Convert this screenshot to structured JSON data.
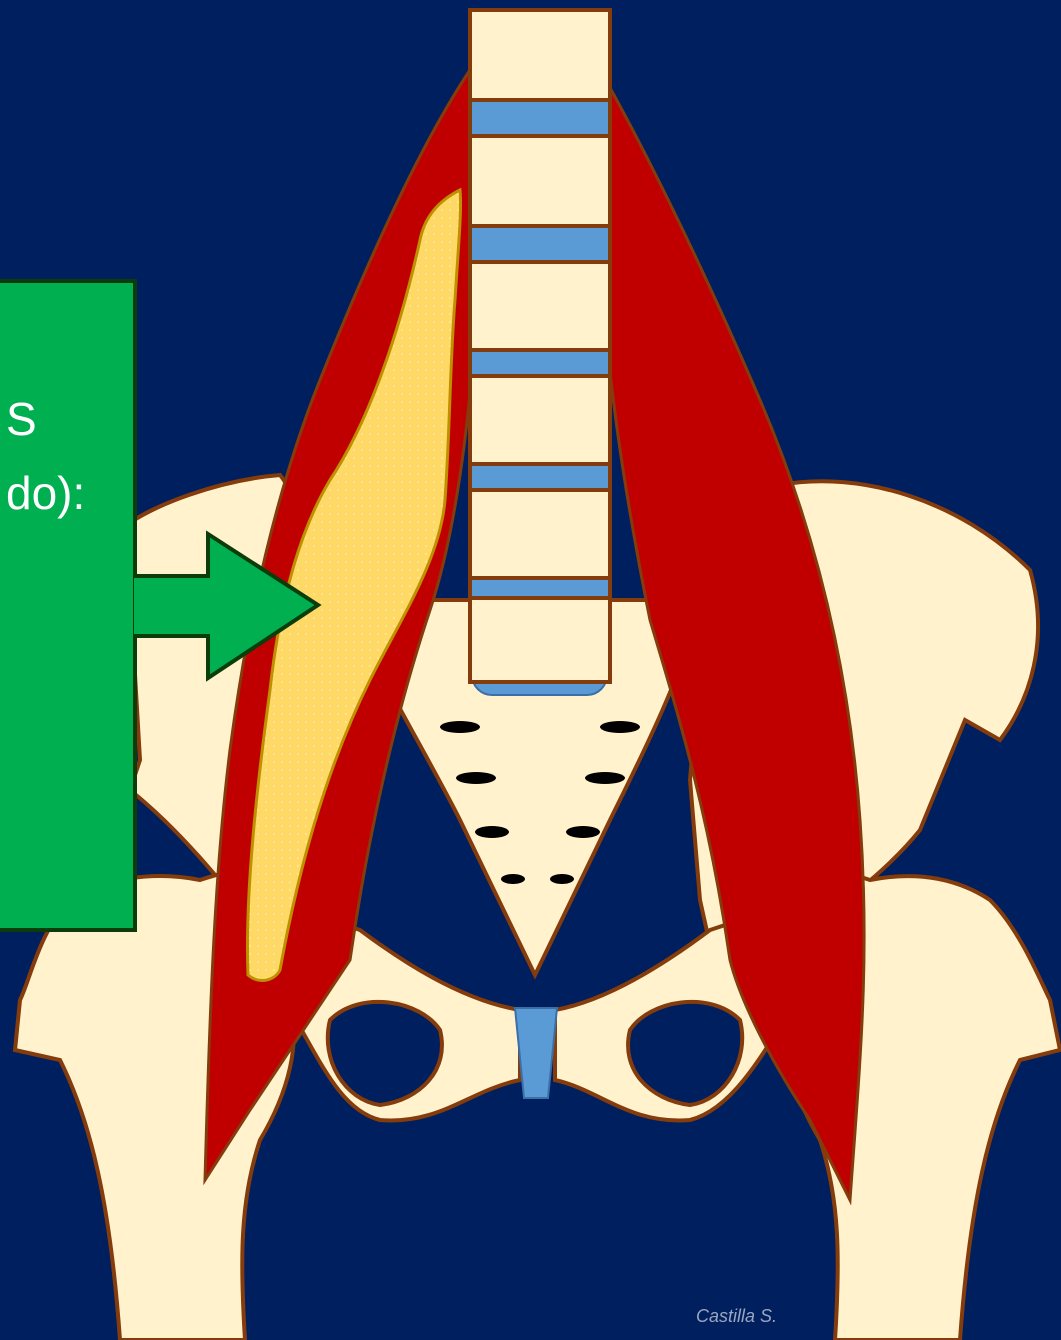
{
  "label": {
    "line1": "S",
    "line2": "do):"
  },
  "credit": "Castilla S.",
  "colors": {
    "background": "#001F5F",
    "bone": "#FFF2CC",
    "outline": "#843C0C",
    "muscle": "#C00000",
    "muscle_highlight": "#FFD966",
    "disc": "#5B9BD5",
    "label_box": "#00B050",
    "label_border": "#0B3D0B"
  },
  "icons": {
    "arrow": "right-arrow-icon"
  }
}
